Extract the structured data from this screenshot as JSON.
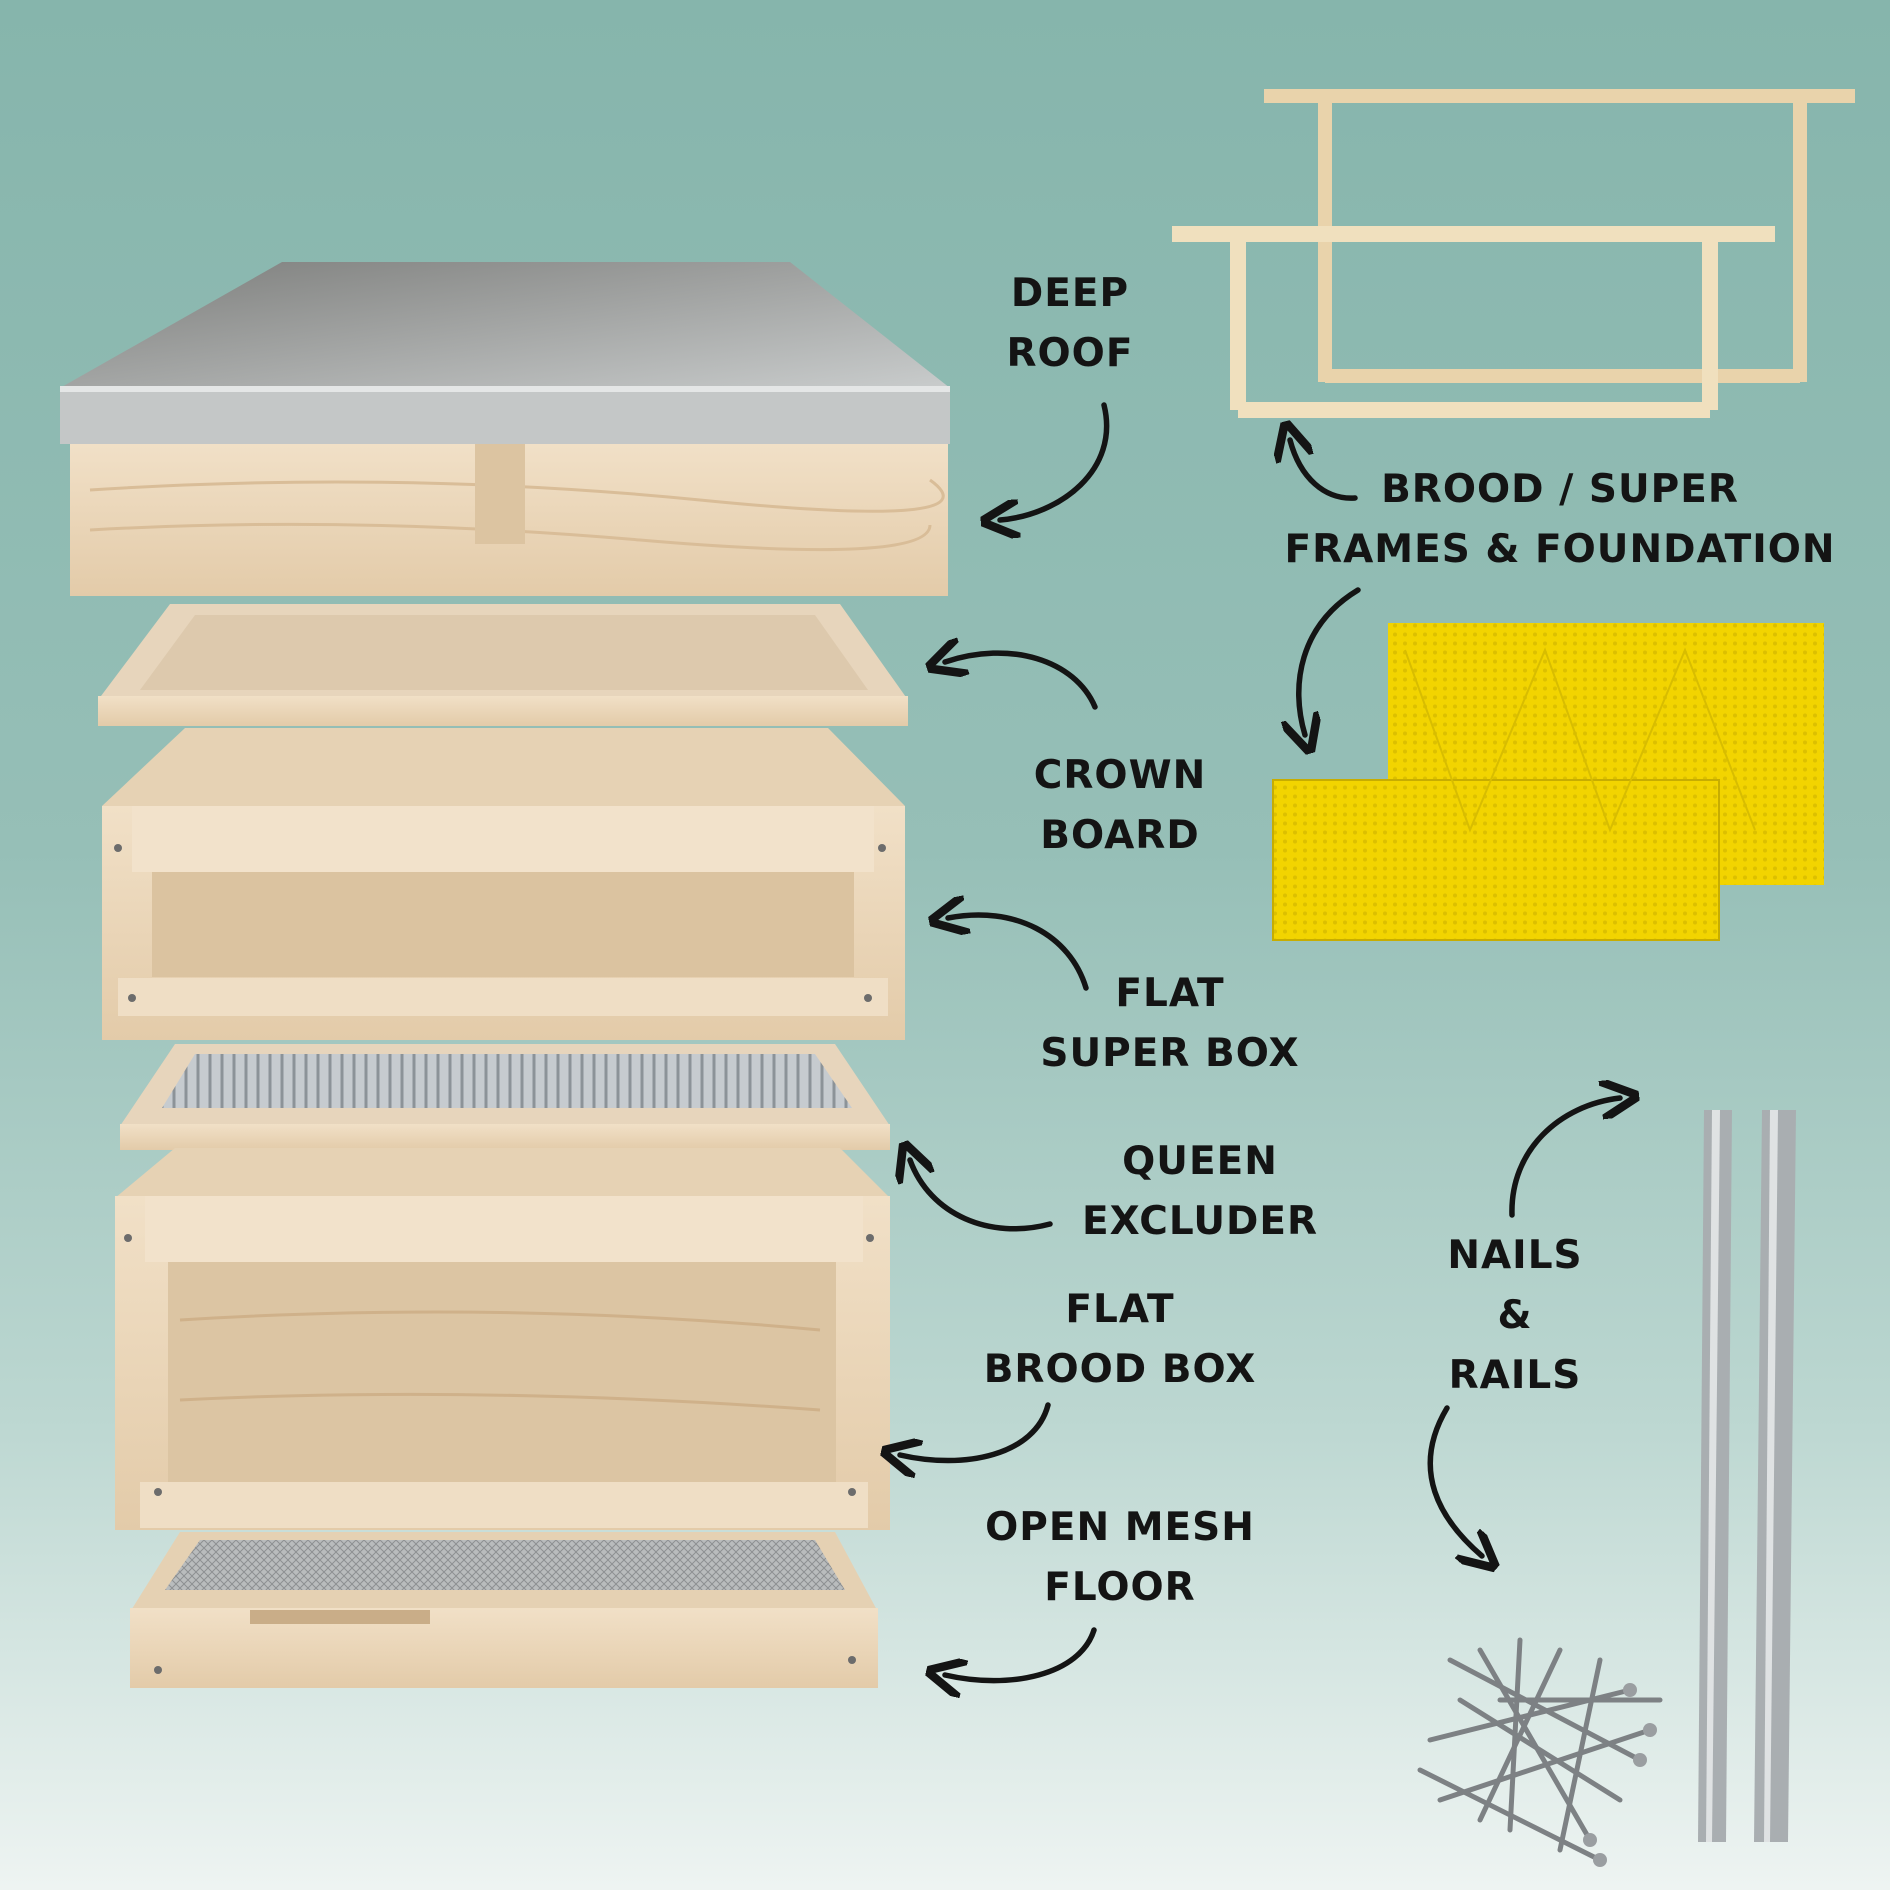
{
  "labels": {
    "deep_roof": [
      "DEEP",
      "ROOF"
    ],
    "crown_board": [
      "CROWN",
      "BOARD"
    ],
    "flat_super_box": [
      "FLAT",
      "SUPER BOX"
    ],
    "queen_excluder": [
      "QUEEN",
      "EXCLUDER"
    ],
    "flat_brood_box": [
      "FLAT",
      "BROOD BOX"
    ],
    "open_mesh_floor": [
      "OPEN MESH",
      "FLOOR"
    ],
    "frames_foundation": [
      "BROOD / SUPER",
      "FRAMES & FOUNDATION"
    ],
    "nails_rails": [
      "NAILS",
      "&",
      "RAILS"
    ]
  },
  "colors": {
    "background_top": "#86b5ac",
    "background_bottom": "#eef4f2",
    "wood": "#ecd9bf",
    "wood_dark": "#d8bf9d",
    "metal": "#b9bec0",
    "foundation": "#f2d400",
    "text": "#141414"
  }
}
